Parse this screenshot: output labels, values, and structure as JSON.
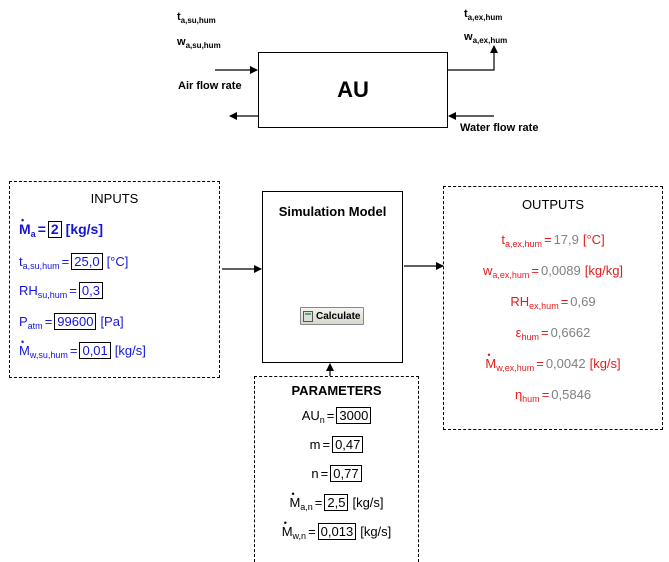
{
  "top": {
    "block_label": "AU",
    "t_su": {
      "base": "t",
      "sub": "a,su,hum"
    },
    "w_su": {
      "base": "w",
      "sub": "a,su,hum"
    },
    "t_ex": {
      "base": "t",
      "sub": "a,ex,hum"
    },
    "w_ex": {
      "base": "w",
      "sub": "a,ex,hum"
    },
    "air_flow": "Air flow rate",
    "water_flow": "Water flow rate"
  },
  "inputs": {
    "title": "INPUTS",
    "rows": [
      {
        "sym": "M",
        "sub": "a",
        "dot": true,
        "eq": "=",
        "value": "2",
        "unit": "[kg/s]"
      },
      {
        "sym": "t",
        "sub": "a,su,hum",
        "dot": false,
        "eq": "=",
        "value": "25,0",
        "unit": "[°C]"
      },
      {
        "sym": "RH",
        "sub": "su,hum",
        "dot": false,
        "eq": "=",
        "value": "0,3",
        "unit": ""
      },
      {
        "sym": "P",
        "sub": "atm",
        "dot": false,
        "eq": "=",
        "value": "99600",
        "unit": "[Pa]"
      },
      {
        "sym": "M",
        "sub": "w,su,hum",
        "dot": true,
        "eq": "=",
        "value": "0,01",
        "unit": "[kg/s]"
      }
    ]
  },
  "model": {
    "title": "Simulation Model",
    "button": "Calculate",
    "button_icon": "calculator-icon"
  },
  "outputs": {
    "title": "OUTPUTS",
    "rows": [
      {
        "sym": "t",
        "sub": "a,ex,hum",
        "dot": false,
        "eq": "=",
        "value": "17,9",
        "unit": "[°C]",
        "color": "red"
      },
      {
        "sym": "w",
        "sub": "a,ex,hum",
        "dot": false,
        "eq": "=",
        "value": "0,0089",
        "unit": "[kg/kg]",
        "color": "red"
      },
      {
        "sym": "RH",
        "sub": "ex,hum",
        "dot": false,
        "eq": "=",
        "value": "0,69",
        "unit": "",
        "color": "red"
      },
      {
        "sym": "ε",
        "sub": "hum",
        "dot": false,
        "eq": "=",
        "value": "0,6662",
        "unit": "",
        "color": "red"
      },
      {
        "sym": "M",
        "sub": "w,ex,hum",
        "dot": true,
        "eq": "=",
        "value": "0,0042",
        "unit": "[kg/s]",
        "color": "red"
      },
      {
        "sym": "η",
        "sub": "hum",
        "dot": false,
        "eq": "=",
        "value": "0,5846",
        "unit": "",
        "color": "red"
      }
    ]
  },
  "parameters": {
    "title": "PARAMETERS",
    "rows": [
      {
        "sym": "AU",
        "sub": "n",
        "dot": false,
        "eq": "=",
        "value": "3000",
        "unit": ""
      },
      {
        "sym": "m",
        "sub": "",
        "dot": false,
        "eq": "=",
        "value": "0,47",
        "unit": ""
      },
      {
        "sym": "n",
        "sub": "",
        "dot": false,
        "eq": "=",
        "value": "0,77",
        "unit": ""
      },
      {
        "sym": "M",
        "sub": "a,n",
        "dot": true,
        "eq": "=",
        "value": "2,5",
        "unit": "[kg/s]"
      },
      {
        "sym": "M",
        "sub": "w,n",
        "dot": true,
        "eq": "=",
        "value": "0,013",
        "unit": "[kg/s]"
      }
    ]
  },
  "colors": {
    "input_blue": "#1414dc",
    "output_red": "#e41b1b",
    "value_gray": "#808080"
  }
}
